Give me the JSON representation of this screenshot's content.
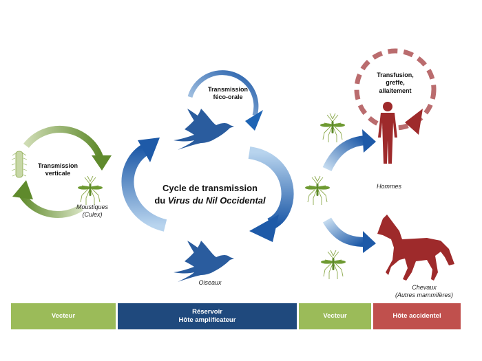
{
  "diagram": {
    "title_line1": "Cycle de transmission",
    "title_line2_prefix": "du ",
    "title_line2_italic": "Virus du Nil Occidental",
    "labels": {
      "vertical_transmission": [
        "Transmission",
        "verticale"
      ],
      "fecal_oral_transmission": [
        "Transmission",
        "féco-orale"
      ],
      "transfusion": [
        "Transfusion,",
        "greffe,",
        "allaitement"
      ],
      "mosquitoes": [
        "Moustiques",
        "(Culex)"
      ],
      "birds": "Oiseaux",
      "humans": "Hommes",
      "horses": [
        "Chevaux",
        "(Autres mammifères)"
      ]
    },
    "icons": [
      "mosquito-icon",
      "mosquito-larva-icon",
      "bird-icon",
      "human-icon",
      "horse-icon",
      "cycle-arrow-icon"
    ]
  },
  "bands": [
    {
      "label_lines": [
        "Vecteur"
      ],
      "color": "#9bbb59"
    },
    {
      "label_lines": [
        "Réservoir",
        "Hôte amplificateur"
      ],
      "color": "#1f497d"
    },
    {
      "label_lines": [
        "Vecteur"
      ],
      "color": "#9bbb59"
    },
    {
      "label_lines": [
        "Hôte accidentel"
      ],
      "color": "#c0504d"
    }
  ],
  "colors": {
    "vector_green": "#9bbb59",
    "arrow_green": "#5f8a2c",
    "reservoir_blue": "#1f497d",
    "arrow_blue": "#1e6bb8",
    "bird_blue": "#2a5c9e",
    "accidental_red": "#c0504d",
    "host_red": "#9e2a2b"
  }
}
